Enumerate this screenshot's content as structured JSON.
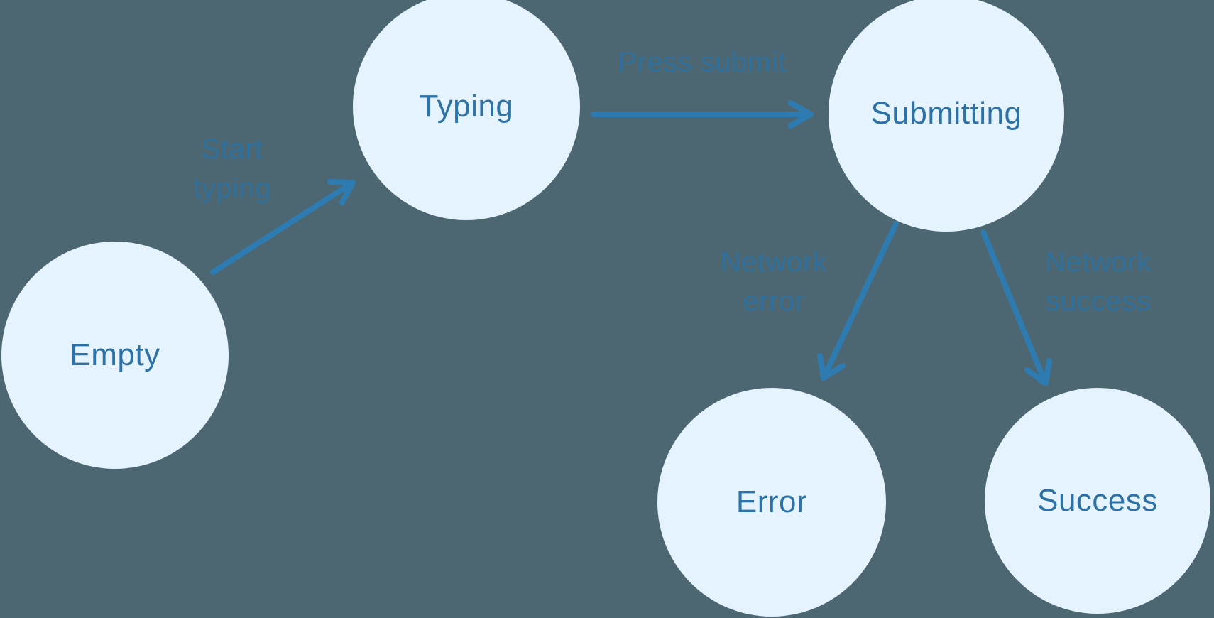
{
  "diagram": {
    "kind": "state-machine",
    "nodes": [
      {
        "id": "empty",
        "label": "Empty"
      },
      {
        "id": "typing",
        "label": "Typing"
      },
      {
        "id": "submitting",
        "label": "Submitting"
      },
      {
        "id": "error",
        "label": "Error"
      },
      {
        "id": "success",
        "label": "Success"
      }
    ],
    "edges": [
      {
        "from": "empty",
        "to": "typing",
        "label": "Start typing",
        "label_lines": [
          "Start",
          "typing"
        ]
      },
      {
        "from": "typing",
        "to": "submitting",
        "label": "Press submit",
        "label_lines": [
          "Press submit",
          ""
        ]
      },
      {
        "from": "submitting",
        "to": "error",
        "label": "Network error",
        "label_lines": [
          "Network",
          "error"
        ]
      },
      {
        "from": "submitting",
        "to": "success",
        "label": "Network success",
        "label_lines": [
          "Network",
          "success"
        ]
      }
    ],
    "colors": {
      "background": "#4C6771",
      "node_fill": "#E4F3FD",
      "node_text": "#2D72A6",
      "edge_label_text": "#30709C",
      "arrow": "#2E7BB1"
    }
  }
}
